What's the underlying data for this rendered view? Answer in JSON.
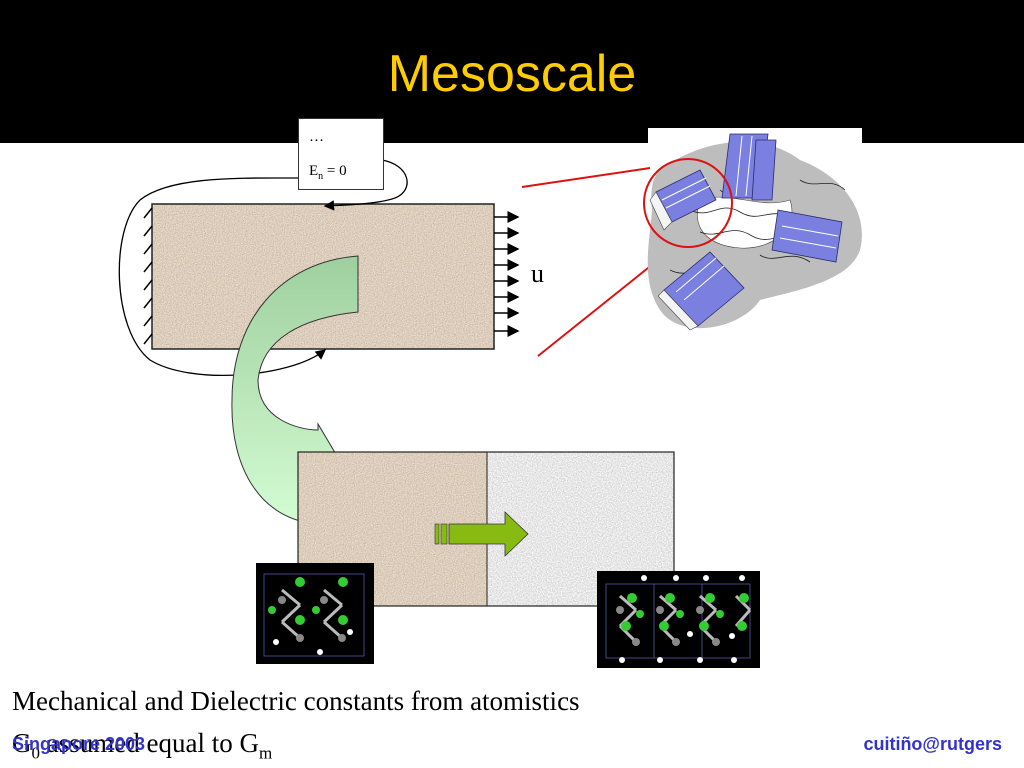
{
  "slide": {
    "title": "Mesoscale",
    "boundary_box": {
      "line1": "…",
      "line2_main": "E",
      "line2_sub": "n",
      "line2_rest": " = 0"
    },
    "u_label": "u",
    "caption_1": "Mechanical and Dielectric constants from atomistics",
    "caption_2_main": "G",
    "caption_2_sub0": "0",
    "caption_2_mid": " assumed equal to G",
    "caption_2_subm": "m",
    "footer_left": "Singapore 2003",
    "footer_right": "cuitiño@rutgers"
  },
  "colors": {
    "title": "#ffcc00",
    "title_bg": "#000000",
    "red_line": "#dd1111",
    "arrow_fill_top": "#a8d8a8",
    "arrow_fill_bottom": "#ccffcc",
    "green_arrow": "#88bb11",
    "lamella": "#7a7fe0",
    "grain_fill": "#9c8a7c",
    "noise_fill": "#b8b8b8",
    "atom_green": "#33cc33",
    "atom_gray": "#888888",
    "atom_white": "#ffffff",
    "footer": "#3333cc"
  }
}
